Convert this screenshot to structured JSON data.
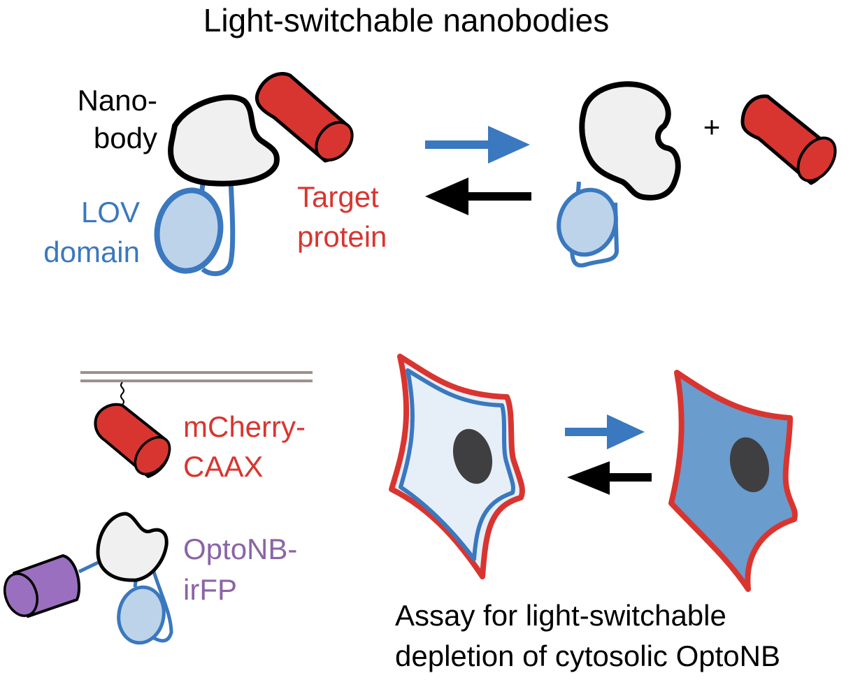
{
  "title": "Light-switchable nanobodies",
  "colors": {
    "red": "#d93530",
    "blue": "#3a78bf",
    "light_blue_fill": "#bcd3ea",
    "cell_light_fill": "#e6eff7",
    "cell_dark_fill": "#6a9ccd",
    "nucleus": "#3f3f41",
    "nanobody_fill": "#f0f0f0",
    "purple_fill": "#9b6fc0",
    "purple_text": "#8a64a8",
    "membrane": "#9e918c",
    "black": "#000000"
  },
  "top_panel": {
    "labels": {
      "nanobody_line1": "Nano-",
      "nanobody_line2": "body",
      "lov_line1": "LOV",
      "lov_line2": "domain",
      "target_line1": "Target",
      "target_line2": "protein",
      "plus": "+"
    },
    "arrows": [
      {
        "direction": "forward",
        "color": "blue"
      },
      {
        "direction": "reverse",
        "color": "black"
      }
    ]
  },
  "bottom_panel": {
    "labels": {
      "mcherry_line1": "mCherry-",
      "mcherry_line2": "CAAX",
      "optonb_line1": "OptoNB-",
      "optonb_line2": "irFP",
      "caption_line1": "Assay for light-switchable",
      "caption_line2": "depletion of cytosolic OptoNB"
    },
    "arrows": [
      {
        "direction": "forward",
        "color": "blue"
      },
      {
        "direction": "reverse",
        "color": "black"
      }
    ]
  }
}
